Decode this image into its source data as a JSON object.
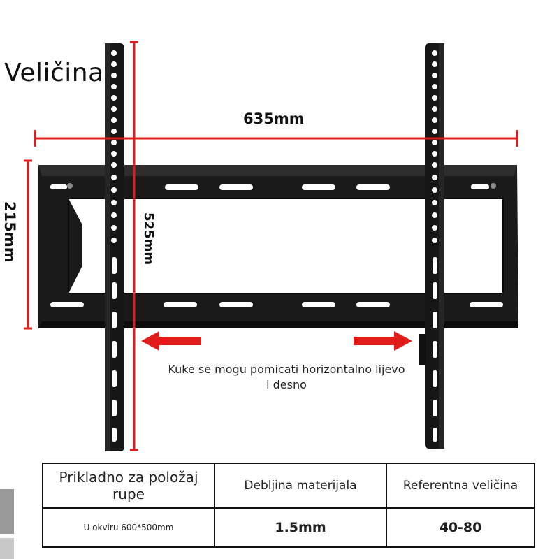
{
  "title": "Veličina",
  "dimensions": {
    "width": "635mm",
    "height_left": "215mm",
    "height_right": "525mm"
  },
  "note": "Kuke se mogu pomicati horizontalno lijevo i desno",
  "table": {
    "headers": [
      "Prikladno za položaj rupe",
      "Debljina materijala",
      "Referentna veličina"
    ],
    "values": [
      "U okviru 600*500mm",
      "1.5mm",
      "40-80"
    ]
  },
  "colors": {
    "accent": "#e21b1b",
    "bracket": "#141414"
  },
  "icons": [
    "arrow-left-icon",
    "arrow-right-icon"
  ]
}
